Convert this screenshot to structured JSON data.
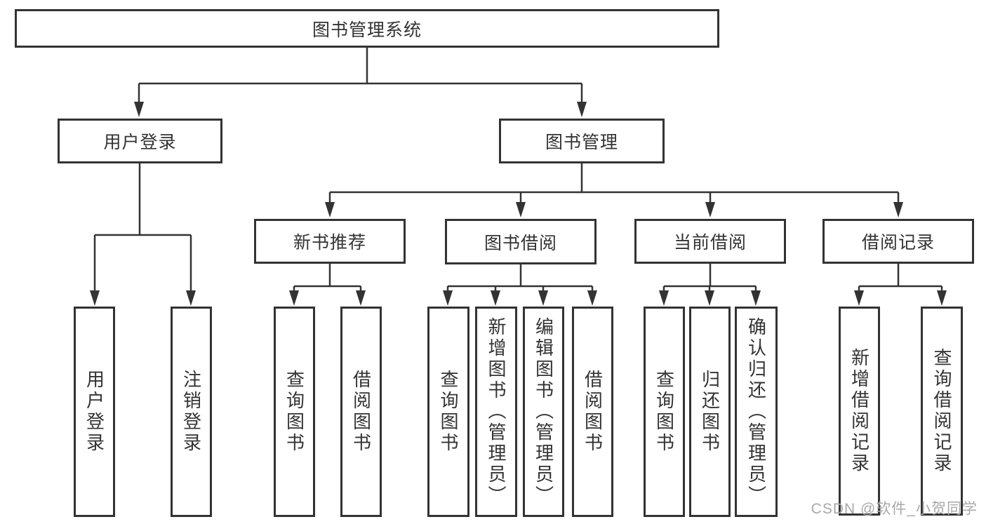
{
  "diagram": {
    "nodes": {
      "root": "图书管理系统",
      "user_login": "用户登录",
      "book_mgmt": "图书管理",
      "new_book_rec": "新书推荐",
      "book_borrow": "图书借阅",
      "current_borrow": "当前借阅",
      "borrow_records": "借阅记录",
      "leaf_user_login": "用户登录",
      "leaf_logout": "注销登录",
      "leaf_nb_query": "查询图书",
      "leaf_nb_borrow": "借阅图书",
      "leaf_bb_query": "查询图书",
      "leaf_bb_add": "新增图书（管理员）",
      "leaf_bb_edit": "编辑图书（管理员）",
      "leaf_bb_borrow": "借阅图书",
      "leaf_cb_query": "查询图书",
      "leaf_cb_return": "归还图书",
      "leaf_cb_confirm": "确认归还（管理员）",
      "leaf_br_add": "新增借阅记录",
      "leaf_br_query": "查询借阅记录"
    },
    "hierarchy": {
      "图书管理系统": {
        "用户登录": [
          "用户登录",
          "注销登录"
        ],
        "图书管理": {
          "新书推荐": [
            "查询图书",
            "借阅图书"
          ],
          "图书借阅": [
            "查询图书",
            "新增图书（管理员）",
            "编辑图书（管理员）",
            "借阅图书"
          ],
          "当前借阅": [
            "查询图书",
            "归还图书",
            "确认归还（管理员）"
          ],
          "借阅记录": [
            "新增借阅记录",
            "查询借阅记录"
          ]
        }
      }
    },
    "colors": {
      "line": "#333333",
      "box_border": "#333333",
      "text": "#333333",
      "watermark": "#a9a9a9",
      "background": "#ffffff"
    },
    "watermark": "CSDN @软件_小贺同学"
  }
}
